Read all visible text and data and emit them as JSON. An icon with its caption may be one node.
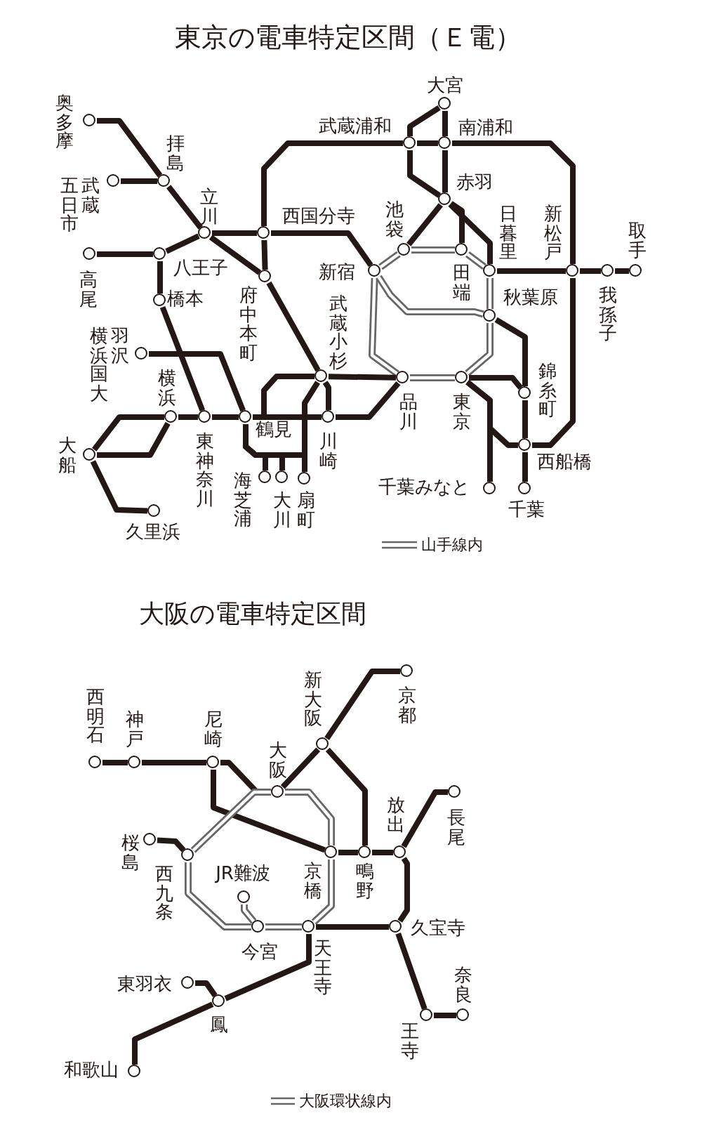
{
  "diagram": {
    "title": "東京の電車特定区間（Ｅ電）",
    "nodes": [
      {
        "text": [
          "奥多摩"
        ]
      },
      {
        "text": [
          "大宮"
        ]
      },
      {
        "text": [
          "武蔵浦和"
        ]
      },
      {
        "text": [
          "南浦和"
        ]
      },
      {
        "text": [
          "拝島"
        ]
      },
      {
        "text": [
          "武蔵五日市"
        ]
      },
      {
        "text": [
          "赤羽"
        ]
      },
      {
        "text": [
          "池袋"
        ]
      },
      {
        "text": [
          "立川"
        ]
      },
      {
        "text": [
          "西国分寺"
        ]
      },
      {
        "text": [
          "日暮里"
        ]
      },
      {
        "text": [
          "新松戸"
        ]
      },
      {
        "text": [
          "取手"
        ]
      },
      {
        "text": [
          "高尾"
        ]
      },
      {
        "text": [
          "八王子"
        ]
      },
      {
        "text": [
          "新宿"
        ]
      },
      {
        "text": [
          "我孫子"
        ]
      },
      {
        "text": [
          "府中本町"
        ]
      },
      {
        "text": [
          "田端"
        ]
      },
      {
        "text": [
          "橋本"
        ]
      },
      {
        "text": [
          "秋葉原"
        ]
      },
      {
        "text": [
          "武蔵小杉"
        ]
      },
      {
        "text": [
          "羽沢横浜国大"
        ]
      },
      {
        "text": [
          "品川"
        ]
      },
      {
        "text": [
          "東京"
        ]
      },
      {
        "text": [
          "横浜"
        ]
      },
      {
        "text": [
          "東神奈川"
        ]
      },
      {
        "text": [
          "鶴見"
        ]
      },
      {
        "text": [
          "川崎"
        ]
      },
      {
        "text": [
          "錦糸町"
        ]
      },
      {
        "text": [
          "西船橋"
        ]
      },
      {
        "text": [
          "大船"
        ]
      },
      {
        "text": [
          "海芝浦"
        ]
      },
      {
        "text": [
          "大川"
        ]
      },
      {
        "text": [
          "扇町"
        ]
      },
      {
        "text": [
          "千葉みなと"
        ]
      },
      {
        "text": [
          "千葉"
        ]
      },
      {
        "text": [
          "久里浜"
        ]
      },
      {
        "text": [
          "京都"
        ]
      },
      {
        "text": [
          "新大阪"
        ]
      },
      {
        "text": [
          "西明石"
        ]
      },
      {
        "text": [
          "神戸"
        ]
      },
      {
        "text": [
          "尼崎"
        ]
      },
      {
        "text": [
          "大阪"
        ]
      },
      {
        "text": [
          "長尾"
        ]
      },
      {
        "text": [
          "桜島"
        ]
      },
      {
        "text": [
          "京橋"
        ]
      },
      {
        "text": [
          "鴫野"
        ]
      },
      {
        "text": [
          "放出"
        ]
      },
      {
        "text": [
          "西九条"
        ]
      },
      {
        "text": [
          "JR難波"
        ]
      },
      {
        "text": [
          "今宮"
        ]
      },
      {
        "text": [
          "天王寺"
        ]
      },
      {
        "text": [
          "久宝寺"
        ]
      },
      {
        "text": [
          "東羽衣"
        ]
      },
      {
        "text": [
          "鳳"
        ]
      },
      {
        "text": [
          "奈良"
        ]
      },
      {
        "text": [
          "王寺"
        ]
      },
      {
        "text": [
          "和歌山"
        ]
      }
    ],
    "edges": [
      {
        "from": 0,
        "to": 4,
        "arrow": "none"
      },
      {
        "from": 5,
        "to": 4,
        "arrow": "none"
      },
      {
        "from": 4,
        "to": 8,
        "arrow": "none"
      },
      {
        "from": 13,
        "to": 14,
        "arrow": "none"
      },
      {
        "from": 14,
        "to": 8,
        "arrow": "none"
      },
      {
        "from": 8,
        "to": 9,
        "arrow": "none"
      },
      {
        "from": 9,
        "to": 15,
        "arrow": "none"
      },
      {
        "from": 8,
        "to": 17,
        "arrow": "none"
      },
      {
        "from": 9,
        "to": 17,
        "arrow": "none"
      },
      {
        "from": 17,
        "to": 21,
        "arrow": "none"
      },
      {
        "from": 21,
        "to": 28,
        "arrow": "none"
      },
      {
        "from": 9,
        "to": 2,
        "arrow": "none"
      },
      {
        "from": 2,
        "to": 3,
        "arrow": "none"
      },
      {
        "from": 3,
        "to": 11,
        "arrow": "none"
      },
      {
        "from": 11,
        "to": 30,
        "arrow": "none"
      },
      {
        "from": 1,
        "to": 3,
        "arrow": "none"
      },
      {
        "from": 1,
        "to": 2,
        "arrow": "none"
      },
      {
        "from": 2,
        "to": 6,
        "arrow": "none"
      },
      {
        "from": 3,
        "to": 6,
        "arrow": "none"
      },
      {
        "from": 6,
        "to": 7,
        "arrow": "none"
      },
      {
        "from": 6,
        "to": 18,
        "arrow": "none"
      },
      {
        "from": 6,
        "to": 10,
        "arrow": "none"
      },
      {
        "from": 10,
        "to": 11,
        "arrow": "none"
      },
      {
        "from": 11,
        "to": 16,
        "arrow": "none"
      },
      {
        "from": 16,
        "to": 12,
        "arrow": "none"
      },
      {
        "from": 15,
        "to": 7,
        "arrow": "none"
      },
      {
        "from": 7,
        "to": 18,
        "arrow": "none"
      },
      {
        "from": 18,
        "to": 10,
        "arrow": "none"
      },
      {
        "from": 10,
        "to": 20,
        "arrow": "none"
      },
      {
        "from": 20,
        "to": 24,
        "arrow": "none"
      },
      {
        "from": 24,
        "to": 23,
        "arrow": "none"
      },
      {
        "from": 23,
        "to": 15,
        "arrow": "none"
      },
      {
        "from": 15,
        "to": 20,
        "arrow": "none"
      },
      {
        "from": 20,
        "to": 29,
        "arrow": "none"
      },
      {
        "from": 24,
        "to": 29,
        "arrow": "none"
      },
      {
        "from": 29,
        "to": 30,
        "arrow": "none"
      },
      {
        "from": 30,
        "to": 36,
        "arrow": "none"
      },
      {
        "from": 24,
        "to": 35,
        "arrow": "none"
      },
      {
        "from": 24,
        "to": 30,
        "arrow": "none"
      },
      {
        "from": 23,
        "to": 28,
        "arrow": "none"
      },
      {
        "from": 28,
        "to": 27,
        "arrow": "none"
      },
      {
        "from": 27,
        "to": 26,
        "arrow": "none"
      },
      {
        "from": 26,
        "to": 25,
        "arrow": "none"
      },
      {
        "from": 25,
        "to": 31,
        "arrow": "none"
      },
      {
        "from": 25,
        "to": 31,
        "arrow": "none"
      },
      {
        "from": 31,
        "to": 37,
        "arrow": "none"
      },
      {
        "from": 23,
        "to": 21,
        "arrow": "none"
      },
      {
        "from": 21,
        "to": 27,
        "arrow": "none"
      },
      {
        "from": 22,
        "to": 27,
        "arrow": "none"
      },
      {
        "from": 14,
        "to": 19,
        "arrow": "none"
      },
      {
        "from": 19,
        "to": 26,
        "arrow": "none"
      },
      {
        "from": 27,
        "to": 32,
        "arrow": "none"
      },
      {
        "from": 27,
        "to": 33,
        "arrow": "none"
      },
      {
        "from": 27,
        "to": 34,
        "arrow": "none"
      },
      {
        "from": 21,
        "to": 34,
        "arrow": "none"
      },
      {
        "from": 40,
        "to": 41,
        "arrow": "none"
      },
      {
        "from": 41,
        "to": 42,
        "arrow": "none"
      },
      {
        "from": 42,
        "to": 43,
        "arrow": "none"
      },
      {
        "from": 42,
        "to": 46,
        "arrow": "none"
      },
      {
        "from": 43,
        "to": 39,
        "arrow": "none"
      },
      {
        "from": 39,
        "to": 38,
        "arrow": "none"
      },
      {
        "from": 39,
        "to": 47,
        "arrow": "none"
      },
      {
        "from": 46,
        "to": 47,
        "arrow": "none"
      },
      {
        "from": 47,
        "to": 48,
        "arrow": "none"
      },
      {
        "from": 48,
        "to": 44,
        "arrow": "none"
      },
      {
        "from": 48,
        "to": 53,
        "arrow": "none"
      },
      {
        "from": 52,
        "to": 53,
        "arrow": "none"
      },
      {
        "from": 53,
        "to": 57,
        "arrow": "none"
      },
      {
        "from": 57,
        "to": 56,
        "arrow": "none"
      },
      {
        "from": 52,
        "to": 55,
        "arrow": "none"
      },
      {
        "from": 55,
        "to": 54,
        "arrow": "none"
      },
      {
        "from": 55,
        "to": 58,
        "arrow": "none"
      },
      {
        "from": 45,
        "to": 49,
        "arrow": "none"
      },
      {
        "from": 43,
        "to": 46,
        "arrow": "none"
      },
      {
        "from": 46,
        "to": 52,
        "arrow": "none"
      },
      {
        "from": 52,
        "to": 51,
        "arrow": "none"
      },
      {
        "from": 51,
        "to": 49,
        "arrow": "none"
      },
      {
        "from": 49,
        "to": 43,
        "arrow": "none"
      },
      {
        "from": 50,
        "to": 51,
        "arrow": "none"
      }
    ],
    "labels": [
      "大阪の電車特定区間"
    ],
    "legend": [
      {
        "text": "山手線内"
      },
      {
        "text": "大阪環状線内"
      }
    ]
  }
}
